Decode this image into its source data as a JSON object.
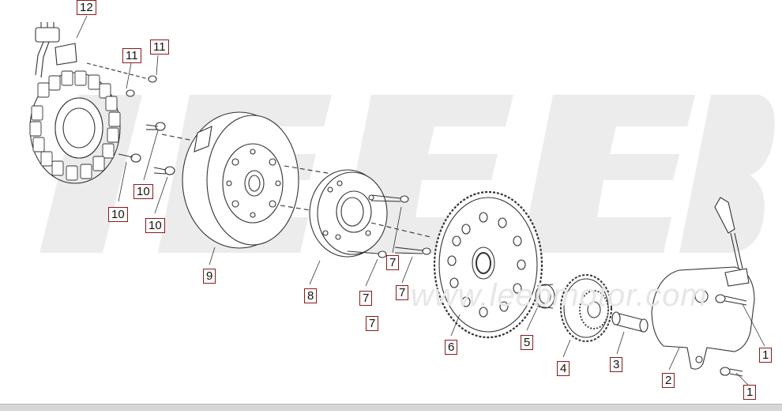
{
  "diagram": {
    "watermark": {
      "logo_text": "LEEB",
      "url_text": "www.leebmotor.com"
    },
    "callouts": [
      {
        "id": "callout-12",
        "text": "12"
      },
      {
        "id": "callout-11a",
        "text": "11"
      },
      {
        "id": "callout-11b",
        "text": "11"
      },
      {
        "id": "callout-10a",
        "text": "10"
      },
      {
        "id": "callout-10b",
        "text": "10"
      },
      {
        "id": "callout-10c",
        "text": "10"
      },
      {
        "id": "callout-9",
        "text": "9"
      },
      {
        "id": "callout-8",
        "text": "8"
      },
      {
        "id": "callout-7a",
        "text": "7"
      },
      {
        "id": "callout-7b",
        "text": "7"
      },
      {
        "id": "callout-7c",
        "text": "7"
      },
      {
        "id": "callout-7d",
        "text": "7"
      },
      {
        "id": "callout-6",
        "text": "6"
      },
      {
        "id": "callout-5",
        "text": "5"
      },
      {
        "id": "callout-4",
        "text": "4"
      },
      {
        "id": "callout-3",
        "text": "3"
      },
      {
        "id": "callout-2",
        "text": "2"
      },
      {
        "id": "callout-1a",
        "text": "1"
      },
      {
        "id": "callout-1b",
        "text": "1"
      }
    ],
    "colors": {
      "line": "#333333",
      "callout_border": "#8a1a1a",
      "watermark": "#e9e9e9"
    }
  }
}
